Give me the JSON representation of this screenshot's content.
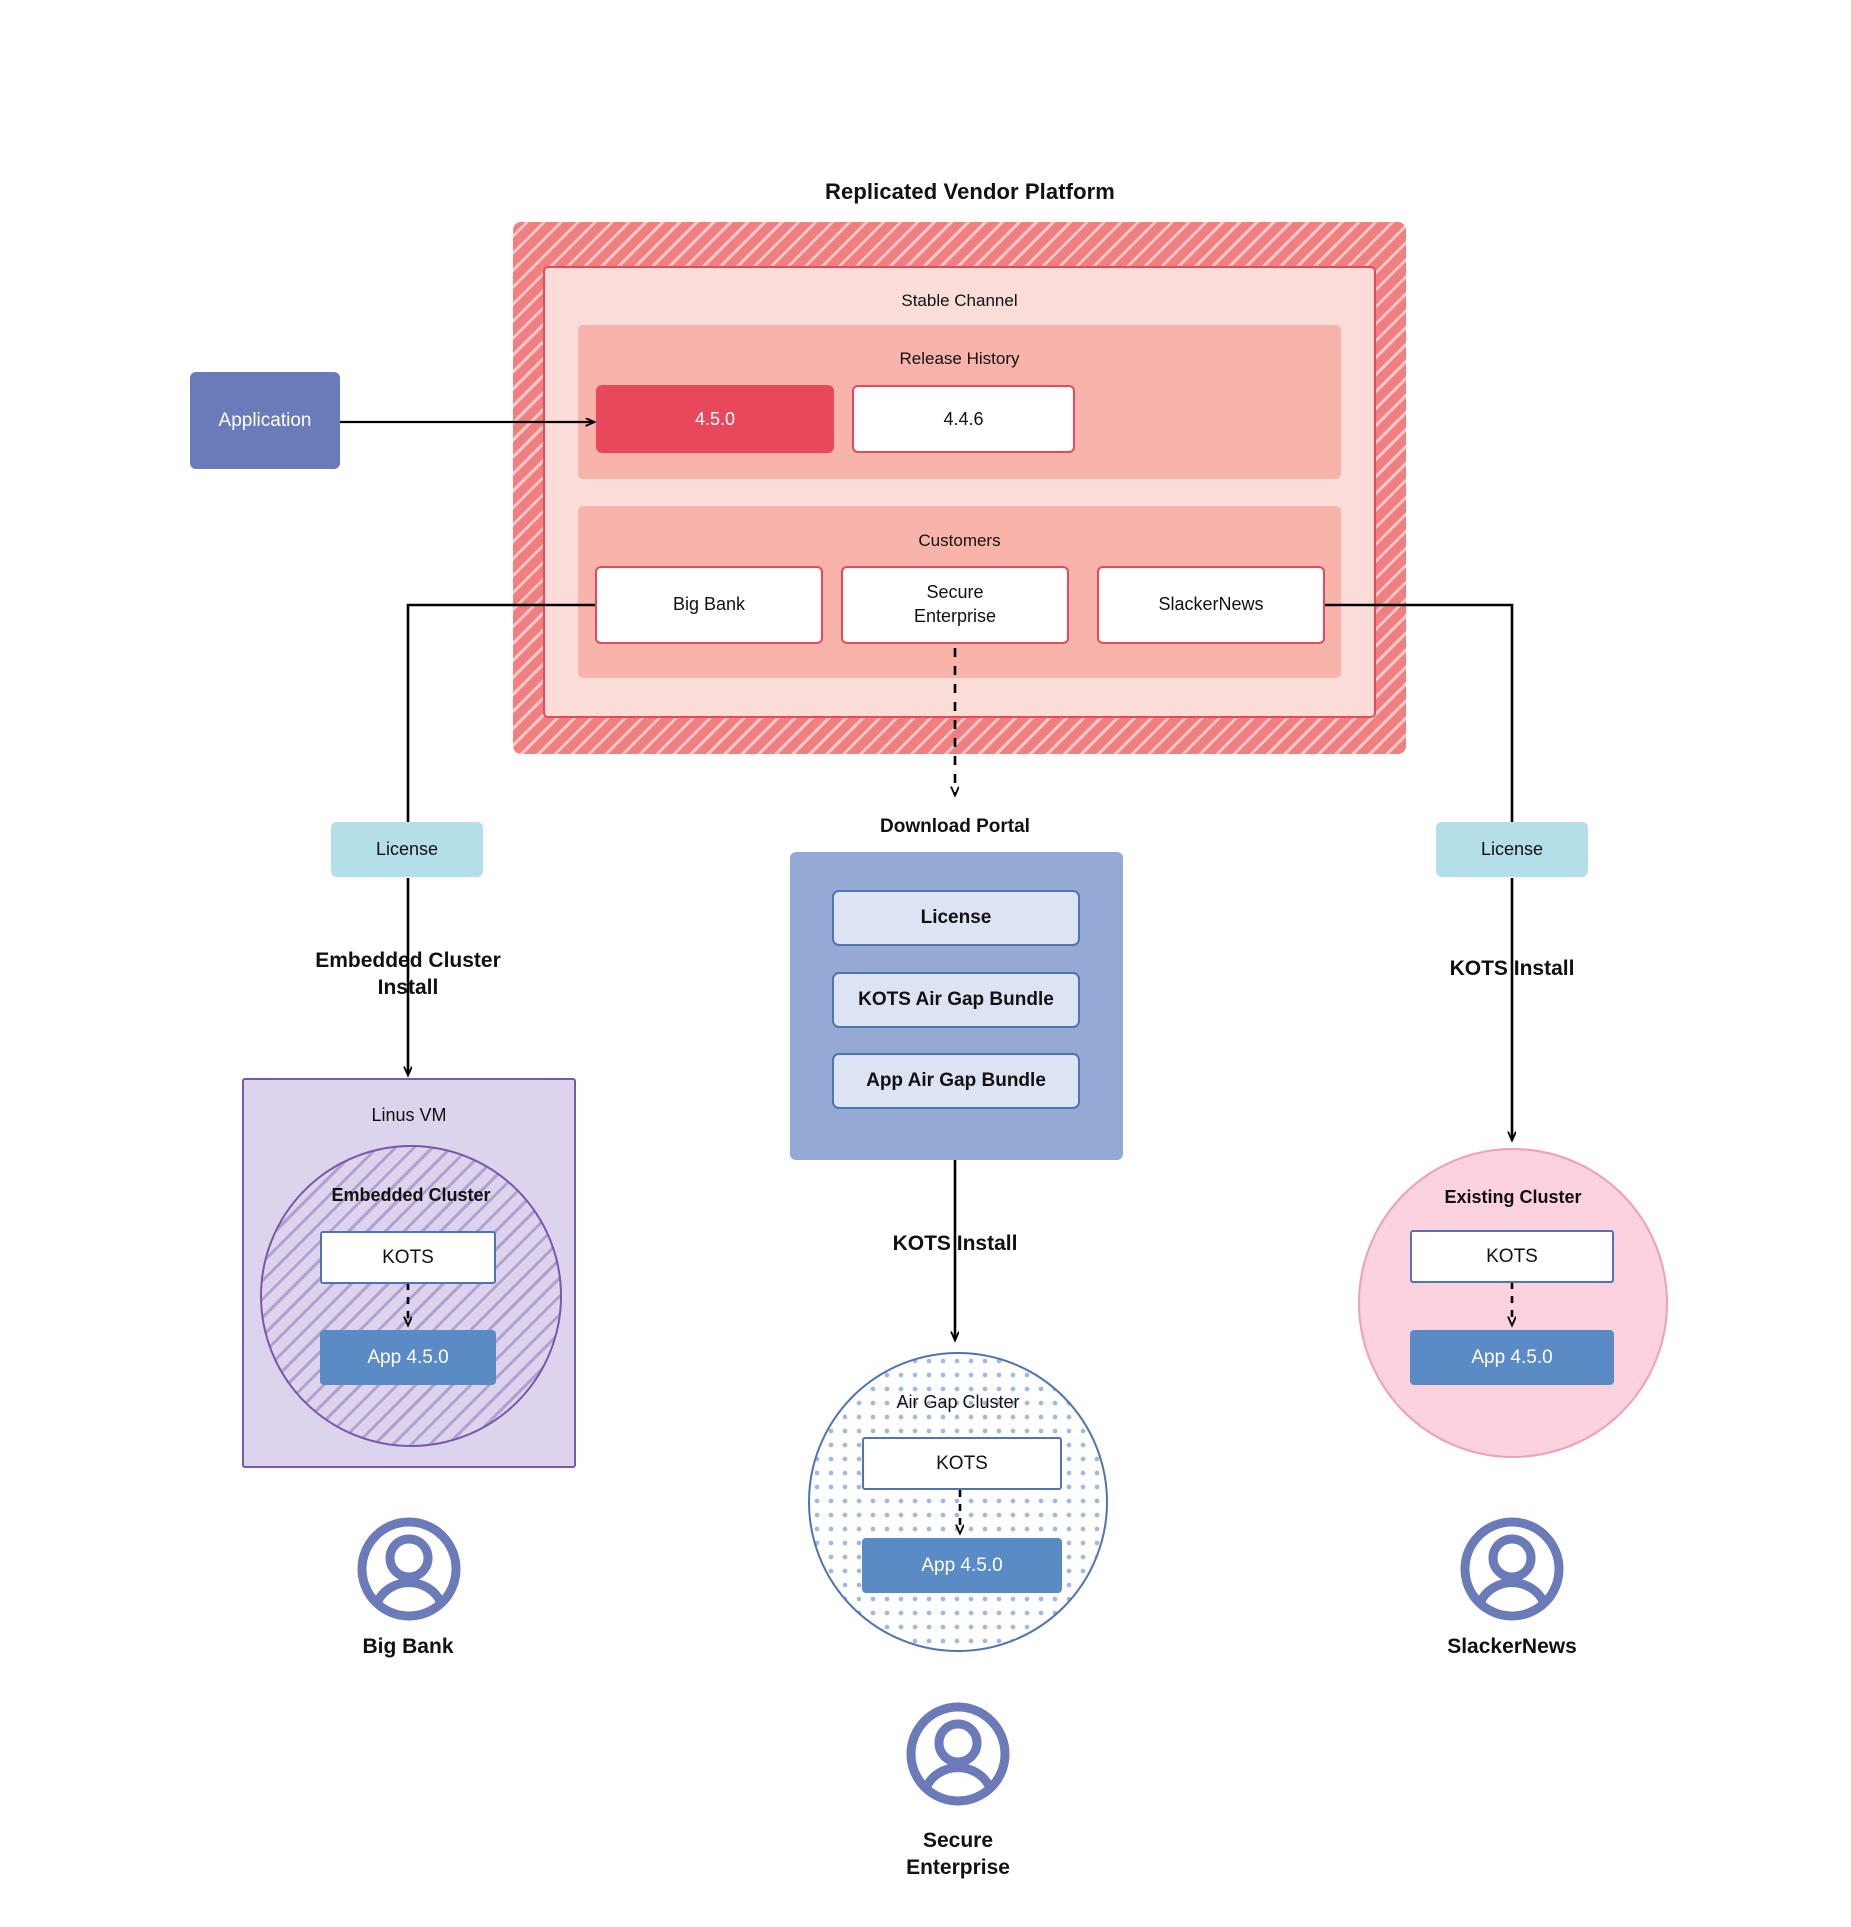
{
  "diagram": {
    "title": "Replicated Vendor Platform"
  },
  "application": {
    "label": "Application"
  },
  "platform": {
    "channel_title": "Stable Channel",
    "release_history": {
      "title": "Release History",
      "releases": [
        {
          "version": "4.5.0",
          "state": "current"
        },
        {
          "version": "4.4.6",
          "state": "previous"
        }
      ]
    },
    "customers": {
      "title": "Customers",
      "items": [
        {
          "name": "Big Bank"
        },
        {
          "name": "Secure\nEnterprise"
        },
        {
          "name": "SlackerNews"
        }
      ]
    }
  },
  "left_flow": {
    "license_label": "License",
    "install_label": "Embedded Cluster\nInstall",
    "vm_title": "Linus VM",
    "cluster_title": "Embedded Cluster",
    "kots_label": "KOTS",
    "app_label": "App 4.5.0",
    "customer_label": "Big Bank"
  },
  "center_flow": {
    "portal_title": "Download  Portal",
    "portal_items": [
      {
        "label": "License"
      },
      {
        "label": "KOTS Air Gap Bundle"
      },
      {
        "label": "App Air Gap Bundle"
      }
    ],
    "install_label": "KOTS Install",
    "cluster_title": "Air Gap Cluster",
    "kots_label": "KOTS",
    "app_label": "App 4.5.0",
    "customer_label": "Secure\nEnterprise"
  },
  "right_flow": {
    "license_label": "License",
    "install_label": "KOTS Install",
    "cluster_title": "Existing Cluster",
    "kots_label": "KOTS",
    "app_label": "App 4.5.0",
    "customer_label": "SlackerNews"
  },
  "colors": {
    "platform_hatch": "#f08080",
    "channel_bg": "#fadcd9",
    "subgroup_bg": "#f8b4ab",
    "accent_red": "#e8485c",
    "application_blue": "#6b7ab8",
    "license_cyan": "#b3dfe8",
    "portal_blue": "#94aad4",
    "portal_item_blue": "#dce3f3",
    "vm_purple": "#dcd3ec",
    "vm_border": "#7b57a8",
    "app_blue": "#5b8bc4",
    "existing_pink": "#fbd2de",
    "avatar_blue": "#6b7ab8"
  }
}
